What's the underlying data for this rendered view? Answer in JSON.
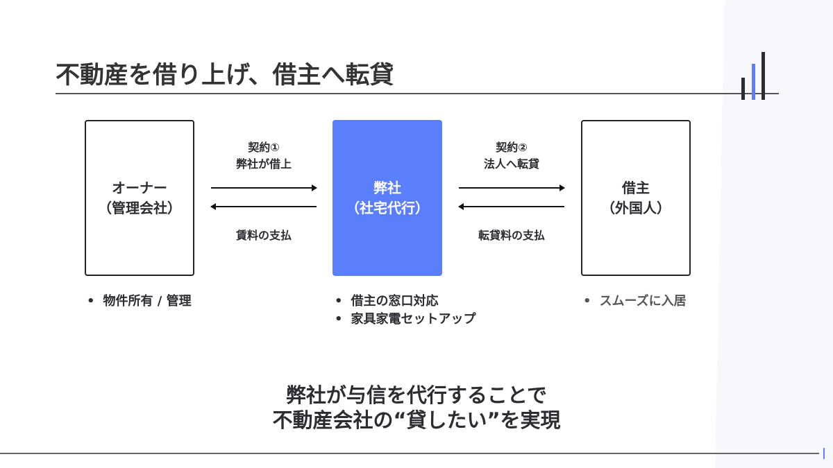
{
  "title": "不動産を借り上げ、借主へ転貸",
  "colors": {
    "accent": "#5b7ffc",
    "text": "#2b2d33"
  },
  "boxes": {
    "owner": {
      "line1": "オーナー",
      "line2": "（管理会社）"
    },
    "company": {
      "line1": "弊社",
      "line2": "（社宅代行）"
    },
    "tenant": {
      "line1": "借主",
      "line2": "（外国人）"
    }
  },
  "left_flow": {
    "top1": "契約①",
    "top2": "弊社が借上",
    "bottom": "賃料の支払"
  },
  "right_flow": {
    "top1": "契約②",
    "top2": "法人へ転貸",
    "bottom": "転貸料の支払"
  },
  "bullets": {
    "owner": [
      "物件所有 / 管理"
    ],
    "company": [
      "借主の窓口対応",
      "家具家電セットアップ"
    ],
    "tenant": [
      "スムーズに入居"
    ]
  },
  "conclusion": {
    "line1": "弊社が与信を代行することで",
    "line2": "不動産会社の“貸したい”を実現"
  }
}
